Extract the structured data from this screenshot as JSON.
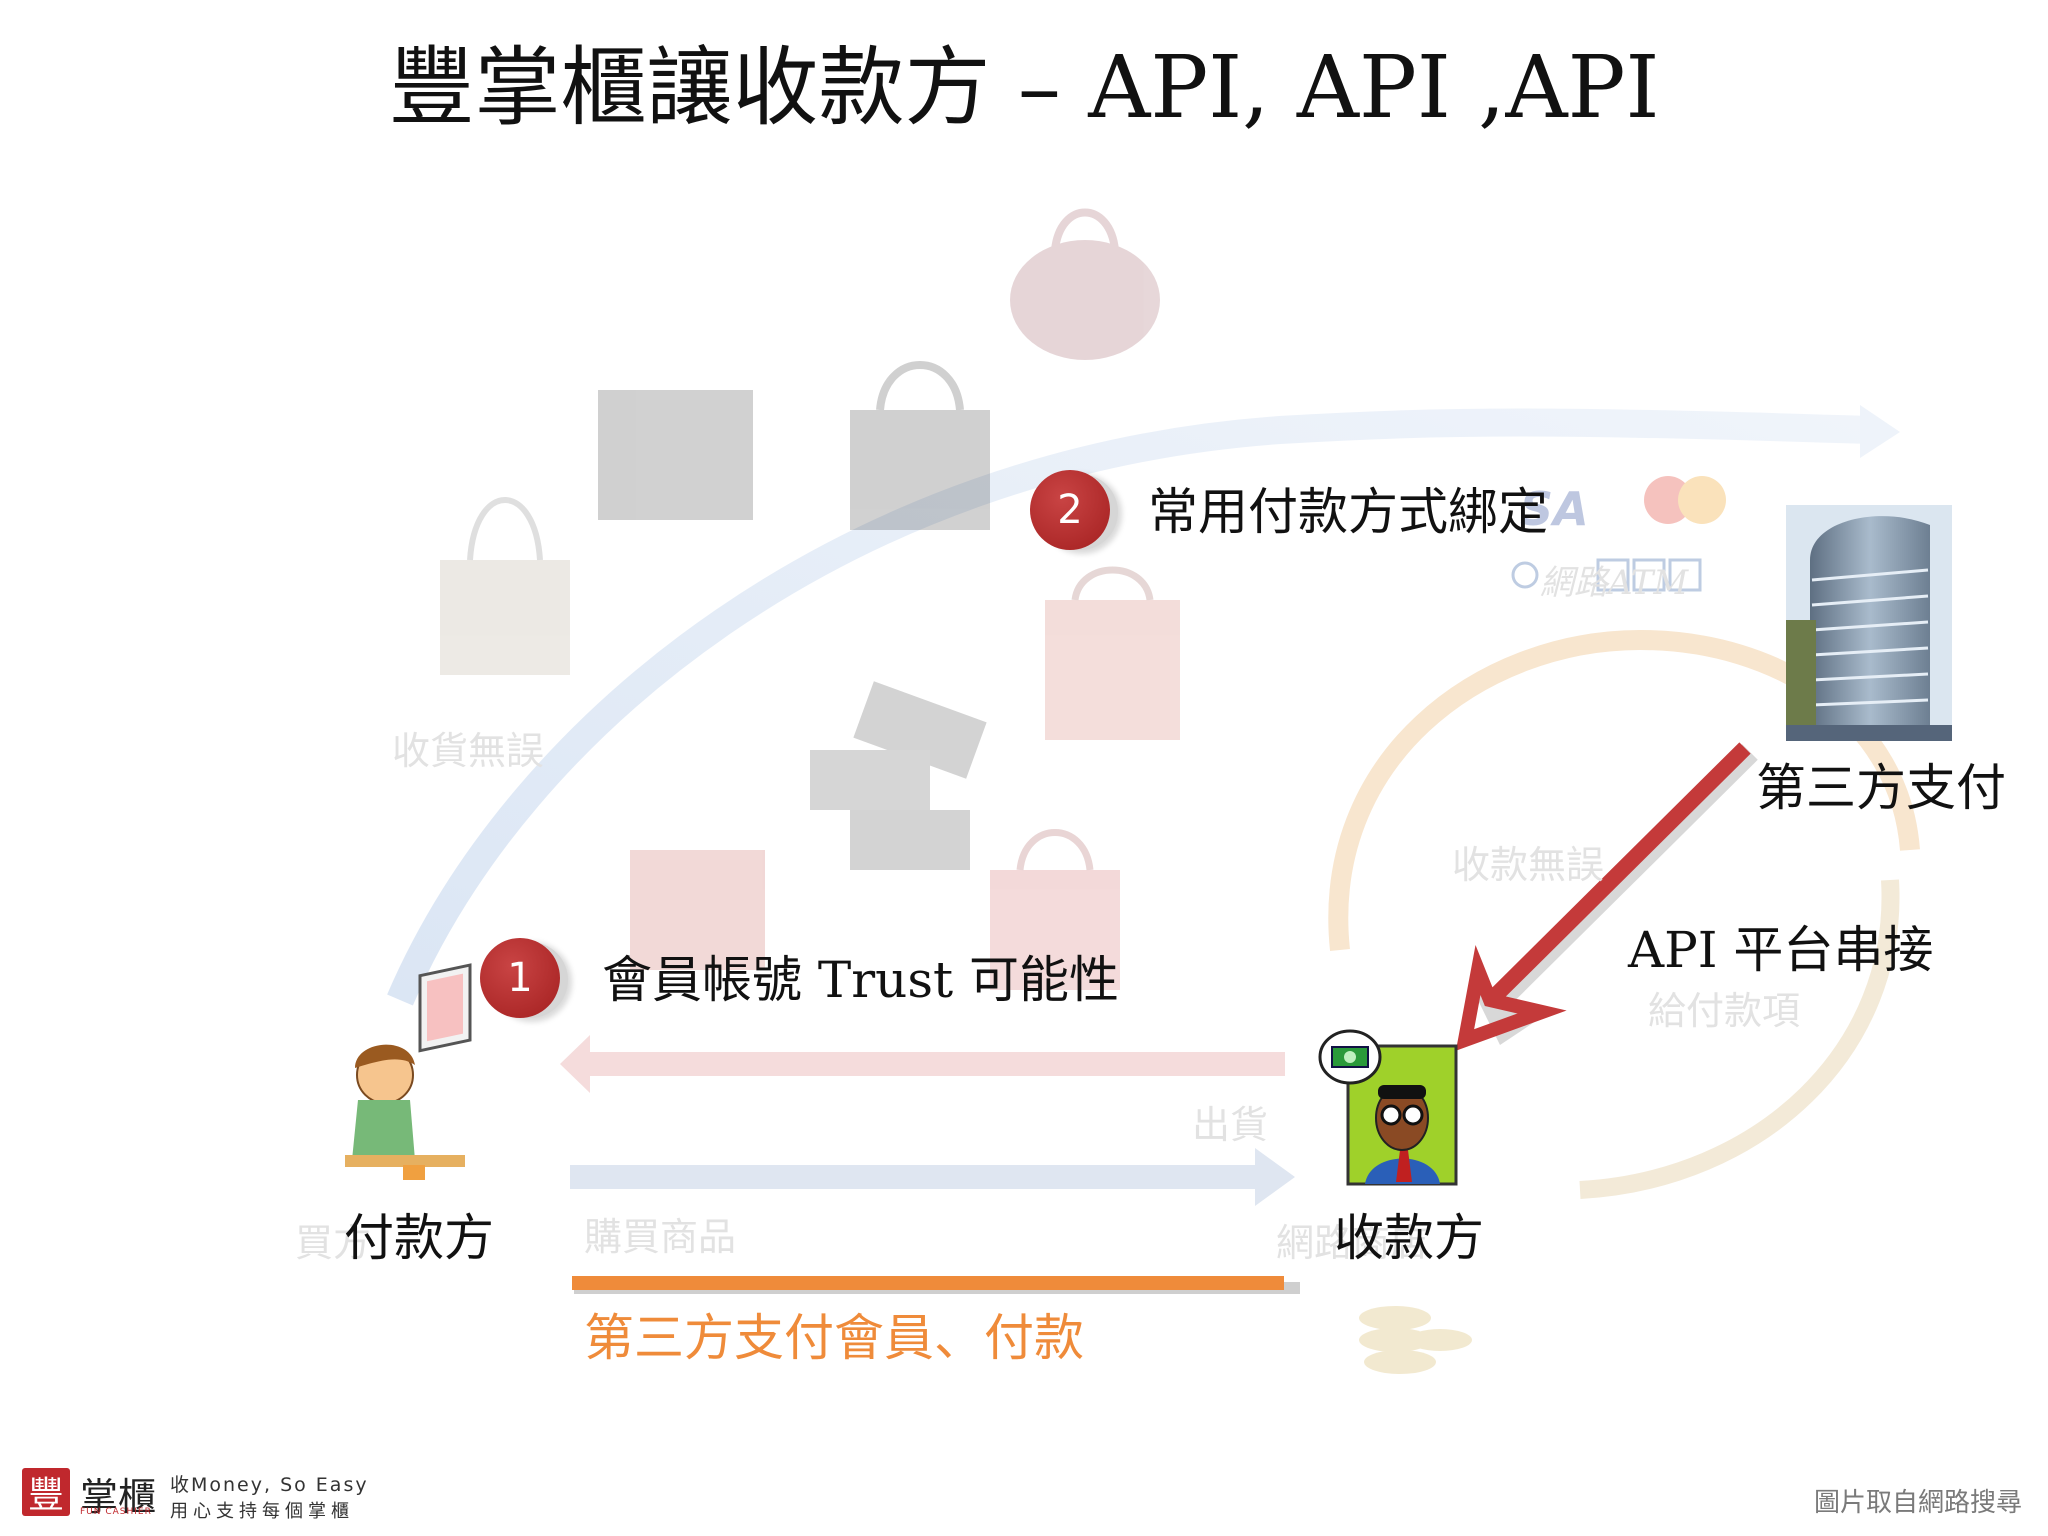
{
  "title": "豐掌櫃讓收款方 –  API, API ,API",
  "steps": [
    {
      "number": "1",
      "text": "會員帳號  Trust  可能性"
    },
    {
      "number": "2",
      "text": "常用付款方式綁定"
    }
  ],
  "labels": {
    "payer": "付款方",
    "payee": "收款方",
    "third_party": "第三方支付",
    "api": "API  平台串接",
    "orange_bar_text": "第三方支付會員、付款"
  },
  "faded_background": {
    "receive_ok": "收貨無誤",
    "payment_ok": "收款無誤",
    "ship": "出貨",
    "buy_goods": "購買商品",
    "pay_item": "給付款項",
    "buyer": "買方",
    "online_store": "網路商店",
    "payment_methods": "網路ATM"
  },
  "footer": {
    "logo_char": "豐",
    "logo_name": "掌櫃",
    "logo_sub": "FUN CASHIER",
    "slogan_line1": "收Money, So Easy",
    "slogan_line2": "用心支持每個掌櫃",
    "source_note": "圖片取自網路搜尋"
  },
  "colors": {
    "accent_red": "#c0282d",
    "badge_red": "#b12a2a",
    "orange": "#ef8b3a",
    "arrow_red": "#c43a3a"
  }
}
